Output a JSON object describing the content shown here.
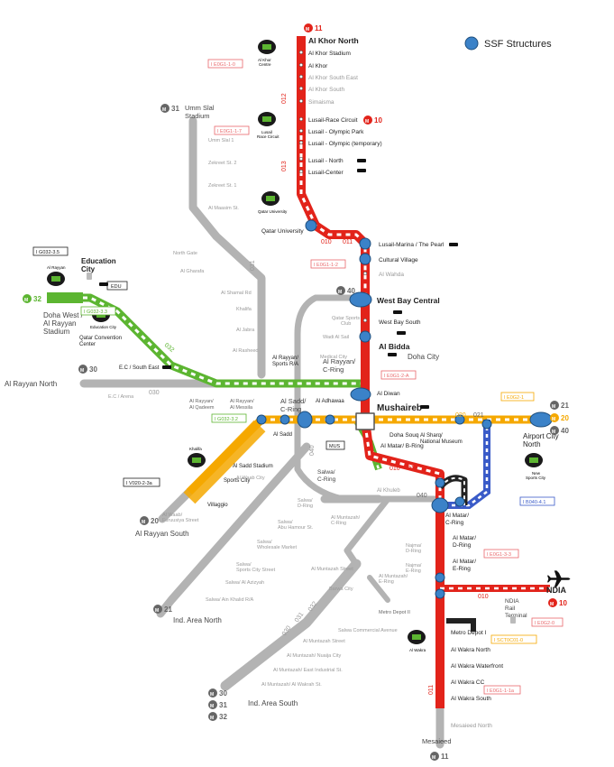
{
  "legend": {
    "label": "SSF Structures",
    "color": "#3b82c8"
  },
  "colors": {
    "red": "#e2231a",
    "green": "#5cb531",
    "gold": "#f5a800",
    "blue": "#3a5bc8",
    "grey": "#b3b3b3",
    "dark": "#222222",
    "pink": "#e9686b"
  },
  "badges": [
    {
      "key": "b11top",
      "num": "11",
      "color": "#e2231a",
      "label": "11"
    },
    {
      "key": "b31",
      "num": "31",
      "color": "#666666",
      "label": "31"
    },
    {
      "key": "b10a",
      "num": "10",
      "color": "#e2231a",
      "label": "10"
    },
    {
      "key": "b40",
      "num": "40",
      "color": "#666666",
      "label": "40"
    },
    {
      "key": "b32",
      "num": "32",
      "color": "#5cb531",
      "label": "32"
    },
    {
      "key": "b30",
      "num": "30",
      "color": "#666666",
      "label": "30"
    },
    {
      "key": "b21a",
      "num": "21",
      "color": "#666666",
      "label": "21"
    },
    {
      "key": "b20a",
      "num": "20",
      "color": "#f5a800",
      "label": "20"
    },
    {
      "key": "b40b",
      "num": "40",
      "color": "#666666",
      "label": "40"
    },
    {
      "key": "b20b",
      "num": "20",
      "color": "#666666",
      "label": "20"
    },
    {
      "key": "b21b",
      "num": "21",
      "color": "#666666",
      "label": "21"
    },
    {
      "key": "b10b",
      "num": "10",
      "color": "#e2231a",
      "label": "10"
    },
    {
      "key": "b30b",
      "num": "30",
      "color": "#666666",
      "label": "30"
    },
    {
      "key": "b31b",
      "num": "31",
      "color": "#666666",
      "label": "31"
    },
    {
      "key": "b32b",
      "num": "32",
      "color": "#666666",
      "label": "32"
    },
    {
      "key": "b11bot",
      "num": "11",
      "color": "#666666",
      "label": "11"
    }
  ],
  "terminals": {
    "al_khor_north": "Al Khor North",
    "umm_slal": "Umm Slal\nStadium",
    "education_city": "Education\nCity",
    "doha_west": "Doha West /\nAl Rayyan\nStadium",
    "al_rayyan_north": "Al Rayyan North",
    "al_rayyan_south": "Al Rayyan South",
    "ind_area_north": "Ind. Area North",
    "ind_area_south": "Ind. Area South",
    "airport_city_north": "Airport City\nNorth",
    "ndia": "NDIA",
    "mesaieed": "Mesaieed"
  },
  "red_north_stations": [
    "Al Khor Stadium",
    "Al Khor",
    "Al Khor South East",
    "Al Khor South",
    "Simaisma",
    "Lusail-Race Circuit",
    "Lusail - Olympic Park",
    "Lusail - Olympic (temporary)",
    "Lusail - North",
    "Lusail-Center"
  ],
  "red_mid_stations": [
    "Lusail-Marina / The Pearl",
    "Cultural Village",
    "Al Wahda",
    "West Bay Central",
    "West Bay South",
    "Al Bidda",
    "Al Diwan",
    "Mushaireb"
  ],
  "red_south_stations": [
    "Doha Souq",
    "Al Matar/ B-Ring",
    "Al Matar/\nC-Ring",
    "Al Matar/\nD-Ring",
    "Al Matar/\nE-Ring",
    "Metro Depot I",
    "Al Wakra North",
    "Al Wakra Waterfront",
    "Al Wakra CC",
    "Al Wakra South",
    "Mesaieed North"
  ],
  "grey_labels": [
    "Umm Slal 1",
    "Zekreet St. 2",
    "Zekreet St. 1",
    "Al Maasim St.",
    "North Gate",
    "Al Gharafa",
    "Al Shamal Rd",
    "Khalifa",
    "Al Jabra",
    "Al Rasheed",
    "Qatar Sports\nClub",
    "Wadi Al Sail",
    "Medical City",
    "E.C / Arena",
    "Al Rayyan/\nAl Qadeem",
    "Al Rayyan/\nAl Messila",
    "Al Waab City",
    "Al Waab/\nFuruusiya Street",
    "Salwa/\nD-Ring",
    "Salwa/\nAbu Hamour St.",
    "Salwa/\nWholesale Market",
    "Salwa/\nSports City Street",
    "Salwa/ Al Azizyah",
    "Salwa/ Ain Khalid R/A",
    "Al Muntazah/\nC-Ring",
    "Najma/\nD-Ring",
    "Najma/\nE-Ring",
    "Barwa City",
    "Al Muntazah Street",
    "Al Muntazah/\nE-Ring",
    "Salwa Commercial Avenue",
    "Al Muntazah Street",
    "Al Muntazah/ Nuaija City",
    "Al Muntazah/ East Industrial St.",
    "Al Muntazah/ Al Wakrah St."
  ],
  "green_labels": [
    "Doha West /\nAl Rayyan\nStadium",
    "Qatar Convention\nCenter",
    "E.C / South East",
    "Al Rayyan/\nSports R/A",
    "Al Rayyan/\nC-Ring",
    "Al Sadd/\nC-Ring",
    "Al Adhawaa",
    "Al Sadd",
    "Al Sadd Stadium",
    "Sports City",
    "Villaggio",
    "Salwa/\nC-Ring",
    "Al Khuleb"
  ],
  "gold_labels": [
    "Al Sharq/\nNational Museum",
    "Airport City\nNorth"
  ],
  "depot_labels": [
    "Metro Depot I",
    "Metro Depot II"
  ],
  "stadiums": [
    "Al Khor\nCentre",
    "Lusail\nRace Circuit",
    "Qatar University",
    "Al Rayyan",
    "Education City",
    "Khalifa",
    "New\nSports City",
    "Al Wakra"
  ],
  "contracts": [
    "I E0G1-1-0",
    "I E0G1-1-7",
    "I E0G1-1-2",
    "I E0G1-2-A",
    "I G032-3.5",
    "I G032-3.3",
    "I G032-3.2",
    "I V020-2-3a",
    "I E0G2-1",
    "I B040-4.1",
    "I E0G1-3-3",
    "I E0G1-1-1a",
    "I E0G2-0",
    "I SCT0C01-0"
  ],
  "line_codes": [
    "010",
    "011",
    "012",
    "013",
    "016",
    "031",
    "032",
    "030",
    "040",
    "020",
    "021",
    "041"
  ],
  "other_labels": [
    "Doha City",
    "Qatar University",
    "EDU",
    "MUS",
    "NDIA\nRail\nTerminal"
  ]
}
